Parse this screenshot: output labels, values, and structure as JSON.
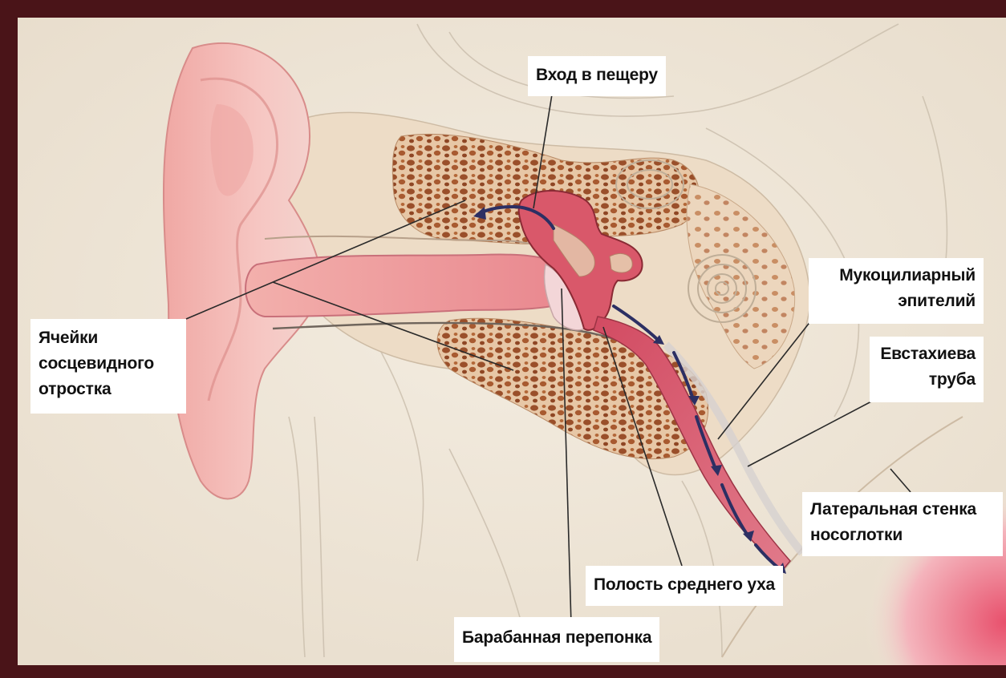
{
  "labels": {
    "cave_entrance": "Вход в пещеру",
    "mastoid_cells_1": "Ячейки",
    "mastoid_cells_2": "сосцевидного",
    "mastoid_cells_3": "отростка",
    "mucociliary_1": "Мукоцилиарный",
    "mucociliary_2": "эпителий",
    "eustachian_1": "Евстахиева",
    "eustachian_2": "труба",
    "lateral_wall_1": "Латеральная стенка",
    "lateral_wall_2": "носоглотки",
    "middle_ear_cavity": "Полость среднего уха",
    "eardrum": "Барабанная перепонка"
  },
  "colors": {
    "frame": "#4a1418",
    "background": "#efe6d8",
    "skin": "#f2b8b4",
    "bone_cells": "#a6582f",
    "mucosa": "#d9586a",
    "arrow": "#2c2f63",
    "leader_line": "#2a2a2a"
  }
}
